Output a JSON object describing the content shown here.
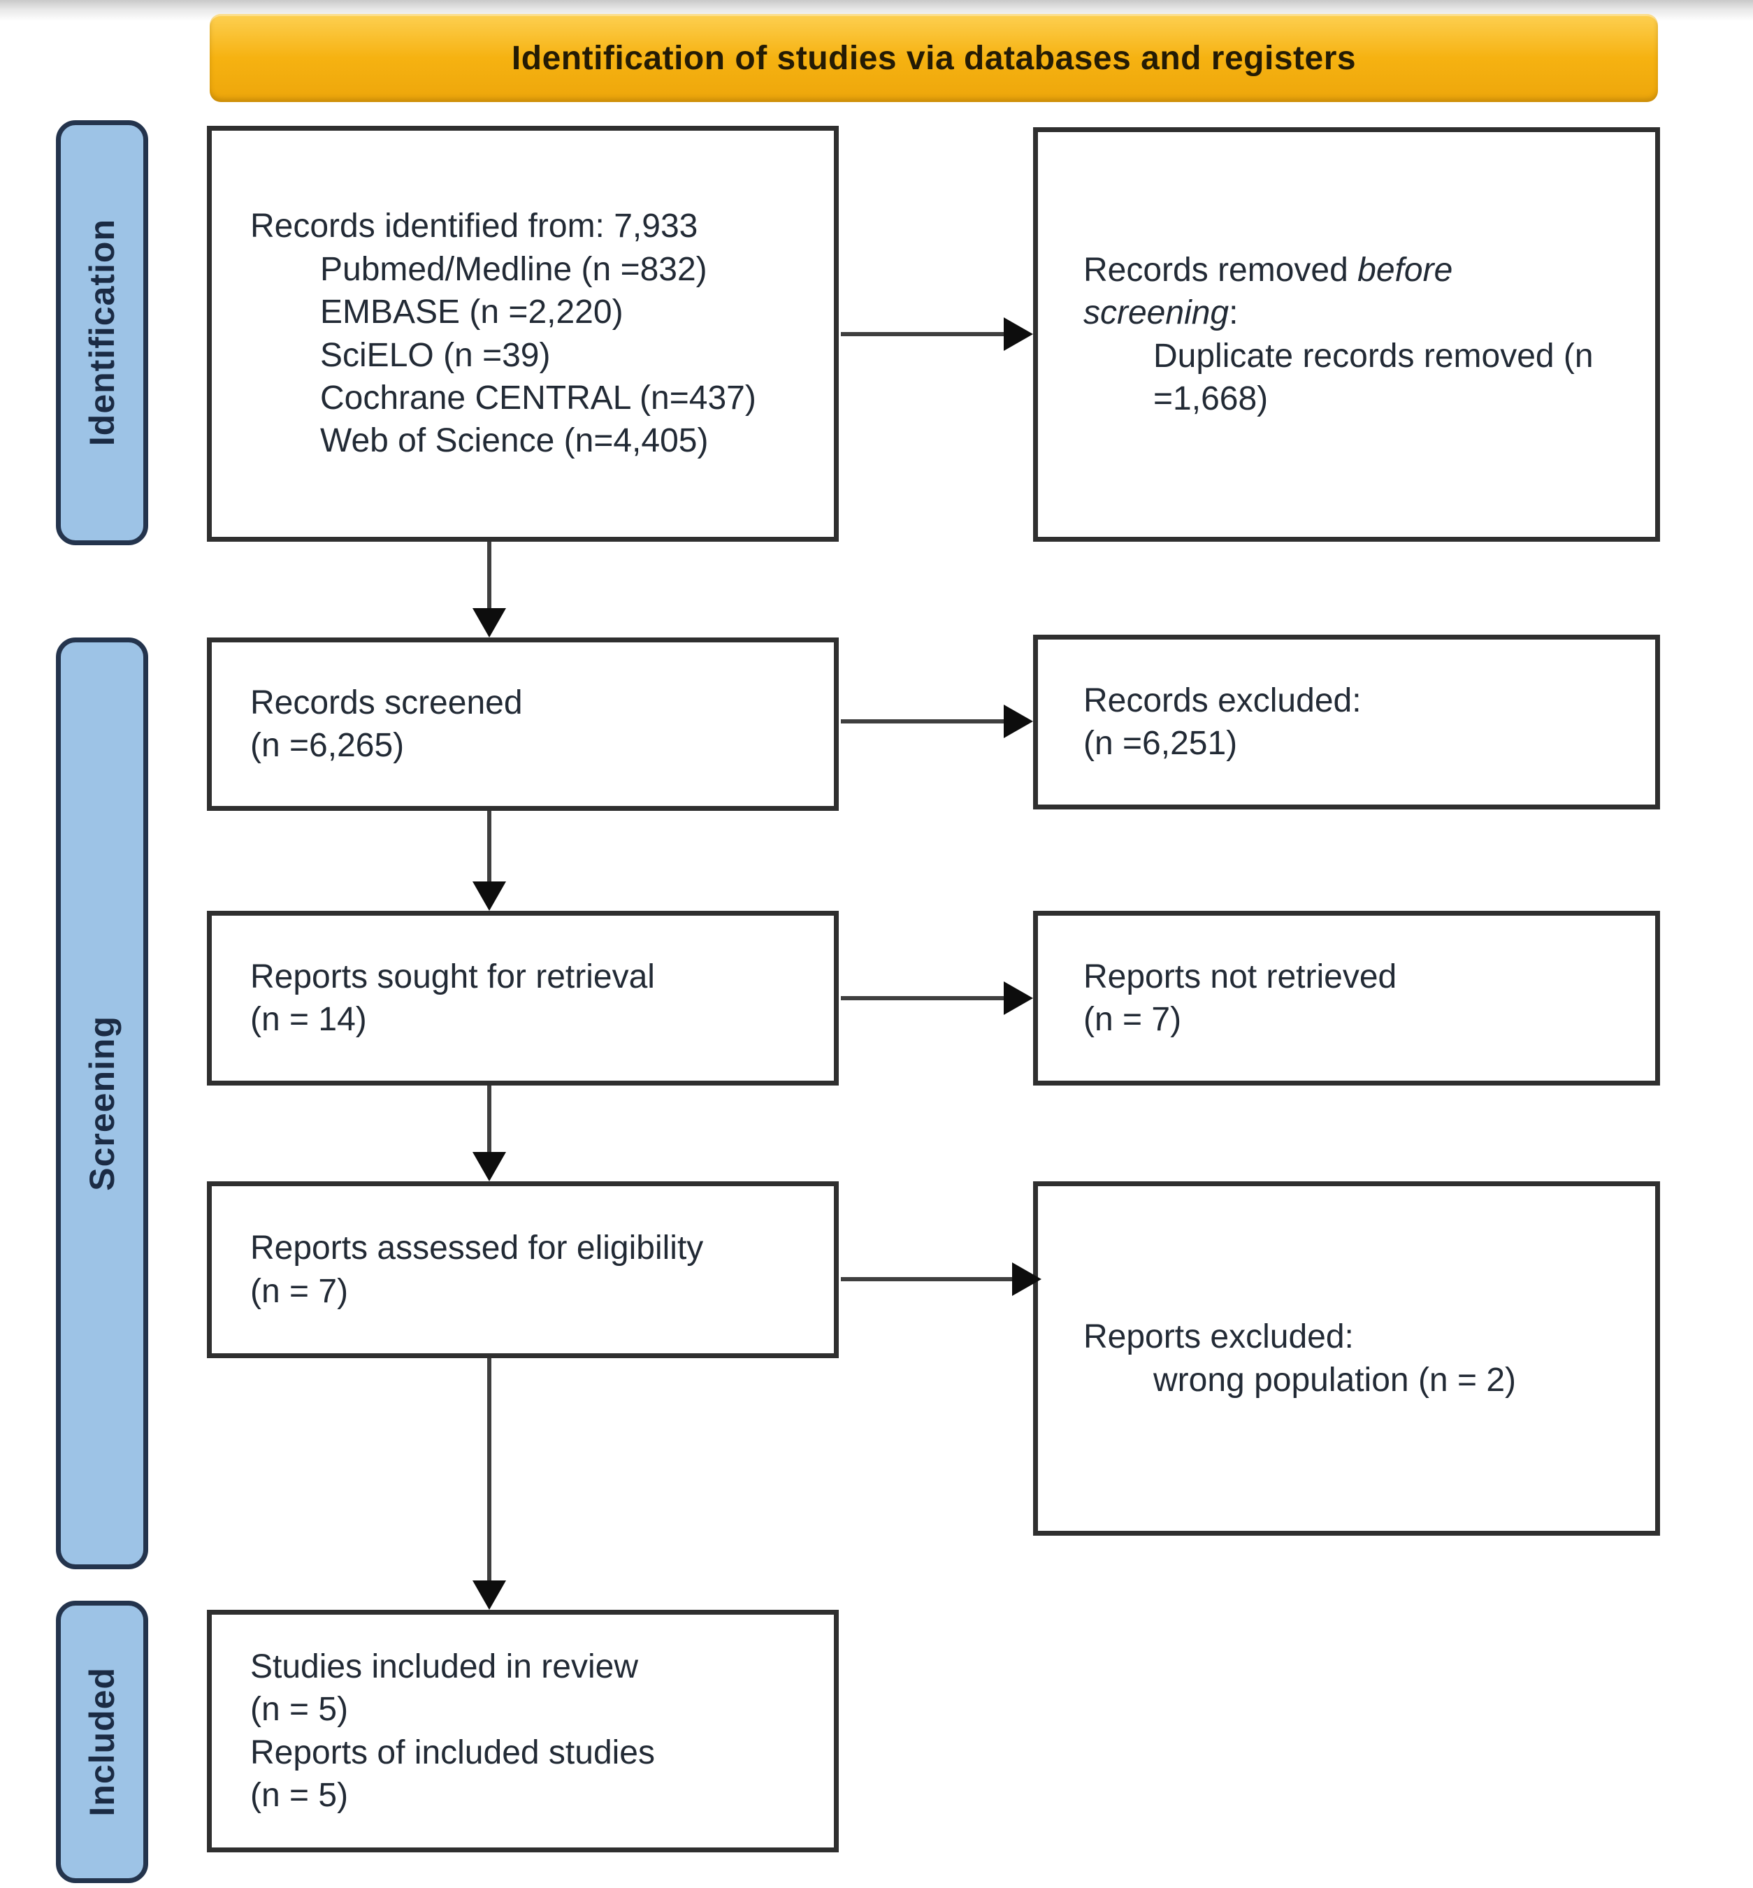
{
  "banner": {
    "title": "Identification of studies via databases and registers"
  },
  "stages": [
    {
      "label": "Identification"
    },
    {
      "label": "Screening"
    },
    {
      "label": "Included"
    }
  ],
  "boxes": {
    "identified": {
      "title": "Records identified from: 7,933",
      "sources": [
        "Pubmed/Medline (n =832)",
        "EMBASE (n =2,220)",
        "SciELO (n =39)",
        "Cochrane CENTRAL (n=437)",
        "Web of Science (n=4,405)"
      ]
    },
    "removed": {
      "pre": "Records removed ",
      "italic": "before screening",
      "post": ":",
      "detail": "Duplicate records removed (n =1,668)"
    },
    "screened": {
      "line1": "Records screened",
      "line2": "(n =6,265)"
    },
    "excluded_records": {
      "line1": "Records excluded:",
      "line2": "(n =6,251)"
    },
    "sought": {
      "line1": "Reports sought for retrieval",
      "line2": "(n = 14)"
    },
    "not_retrieved": {
      "line1": "Reports not retrieved",
      "line2": "(n = 7)"
    },
    "assessed": {
      "line1": "Reports assessed for eligibility",
      "line2": "(n = 7)"
    },
    "excluded_reports": {
      "title": "Reports excluded:",
      "detail": "wrong population (n = 2)"
    },
    "included": {
      "line1": "Studies included in review",
      "line2": "(n = 5)",
      "line3": "Reports of included studies",
      "line4": "(n = 5)"
    }
  },
  "colors": {
    "page_bg": "#ffffff",
    "banner_bg": "#f6b211",
    "banner_text": "#241b04",
    "stage_bg": "#9dc3e6",
    "stage_border": "#24344d",
    "stage_text": "#1b2b44",
    "box_border": "#2f2f2f",
    "box_text": "#222a35",
    "arrow_shaft": "#3f3f3f",
    "arrow_head": "#0d0d0d"
  }
}
